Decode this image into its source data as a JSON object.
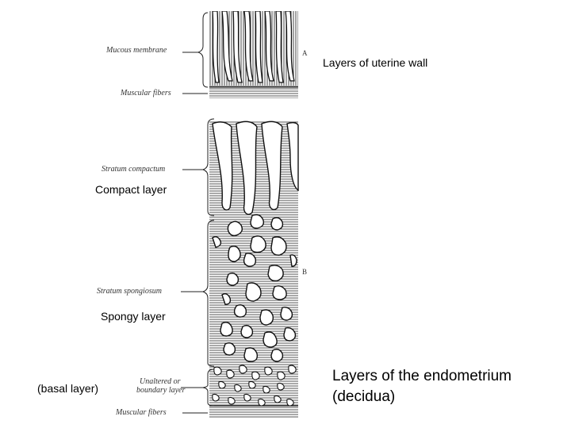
{
  "figure_labels": {
    "mucous_membrane": "Mucous membrane",
    "muscular_fibers_top": "Muscular fibers",
    "stratum_compactum": "Stratum compactum",
    "stratum_spongiosum": "Stratum spongiosum",
    "unaltered_line1": "Unaltered or",
    "unaltered_line2": "boundary layer",
    "muscular_fibers_bottom": "Muscular fibers",
    "letter_a": "A",
    "letter_b": "B"
  },
  "annotations": {
    "uterine_wall": "Layers of uterine wall",
    "compact_layer": "Compact layer",
    "spongy_layer": "Spongy layer",
    "basal_layer": "(basal layer)",
    "endometrium_line1": "Layers of the endometrium",
    "endometrium_line2": "(decidua)"
  }
}
